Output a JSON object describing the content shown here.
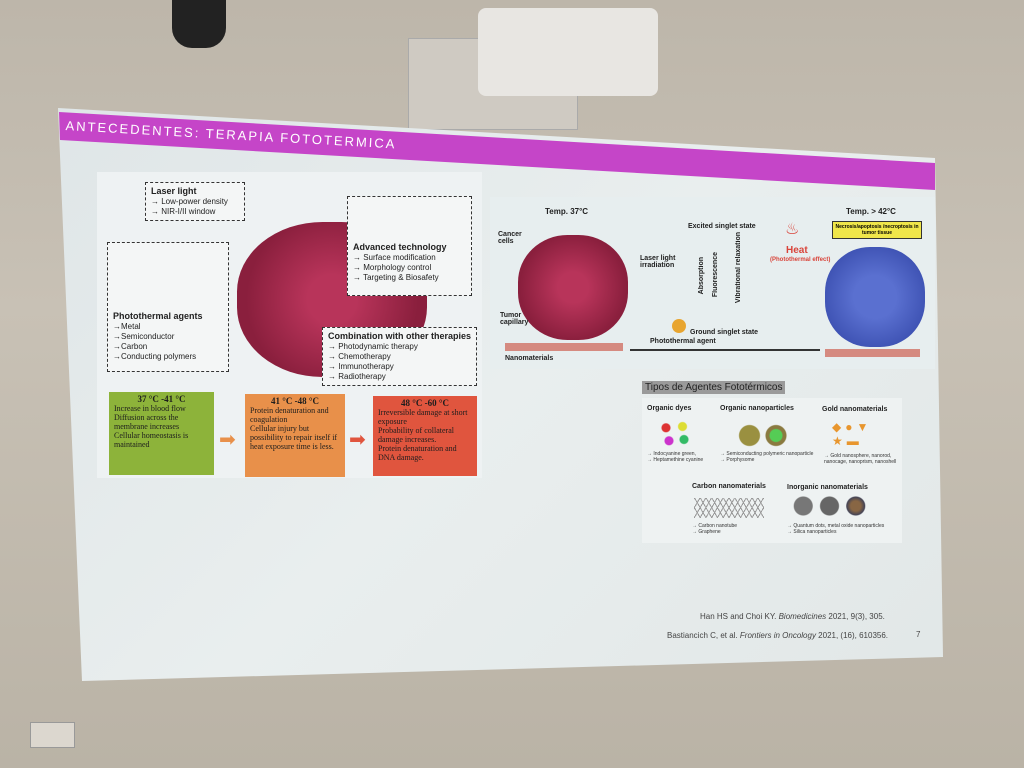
{
  "slide": {
    "title": "ANTECEDENTES: TERAPIA FOTOTERMICA",
    "page_number": "7",
    "left_figure": {
      "laser": {
        "title": "Laser light",
        "items": [
          "→ Low-power density",
          "→ NIR-I/II window"
        ]
      },
      "advanced": {
        "title": "Advanced technology",
        "items": [
          "→ Surface modification",
          "→ Morphology control",
          "→ Targeting & Biosafety"
        ]
      },
      "agents": {
        "title": "Photothermal agents",
        "items": [
          "→Metal",
          "→Semiconductor",
          "→Carbon",
          "→Conducting polymers"
        ]
      },
      "combination": {
        "title": "Combination with other therapies",
        "items": [
          "→ Photodynamic therapy",
          "→ Chemotherapy",
          "→ Immunotherapy",
          "→ Radiotherapy"
        ]
      },
      "stages": [
        {
          "range": "37 °C -41 °C",
          "items": [
            "Increase in blood flow",
            "Diffusion across the membrane increases",
            "Cellular homeostasis is maintained"
          ],
          "color": "#8db33a"
        },
        {
          "range": "41 °C -48 °C",
          "items": [
            "Protein denaturation and coagulation",
            "Cellular injury but possibility to repair itself if heat exposure time is less."
          ],
          "color": "#e8904a"
        },
        {
          "range": "48 °C -60 °C",
          "items": [
            "Irreversible damage at short exposure",
            "Probability of collateral damage increases.",
            "Protein denaturation and DNA damage."
          ],
          "color": "#e0553e"
        }
      ]
    },
    "right_figure": {
      "temp_start": "Temp. 37°C",
      "temp_end": "Temp. > 42°C",
      "cancer_cells": "Cancer cells",
      "tumor_capillary": "Tumor capillary",
      "nanomaterials": "Nanomaterials",
      "laser_irradiation": "Laser light irradiation",
      "excited": "Excited singlet state",
      "ground": "Ground singlet state",
      "absorption": "Absorption",
      "fluorescence": "Fluorescence",
      "vibrational": "Vibrational relaxation",
      "heat": "Heat",
      "heat_sub": "(Photothermal effect)",
      "necrosis": "Necrosis/apoptosis /necroptosis in tumor tissue",
      "agent": "Photothermal agent"
    },
    "types": {
      "heading": "Tipos de Agentes Fototérmicos",
      "groups": [
        {
          "name": "Organic dyes",
          "items": [
            "→ Indocyanine green,",
            "→ Heptamethine cyanine"
          ]
        },
        {
          "name": "Organic nanoparticles",
          "items": [
            "→ Semiconducting polymeric nanoparticle",
            "→ Porphysome"
          ]
        },
        {
          "name": "Gold nanomaterials",
          "items": [
            "→ Gold nanosphere, nanorod, nanocage, nanoprism, nanoshell"
          ]
        },
        {
          "name": "Carbon nanomaterials",
          "items": [
            "→ Carbon nanotube",
            "→ Graphene"
          ]
        },
        {
          "name": "Inorganic nanomaterials",
          "items": [
            "→ Quantum dots, metal oxide nanoparticles",
            "→ Silica nanoparticles"
          ]
        }
      ]
    },
    "references": [
      {
        "text": "Han HS and Choi KY. ",
        "journal": "Biomedicines",
        "rest": " 2021, 9(3), 305."
      },
      {
        "text": "Bastiancich C, et al. ",
        "journal": "Frontiers in Oncology",
        "rest": " 2021, (16), 610356."
      }
    ]
  }
}
